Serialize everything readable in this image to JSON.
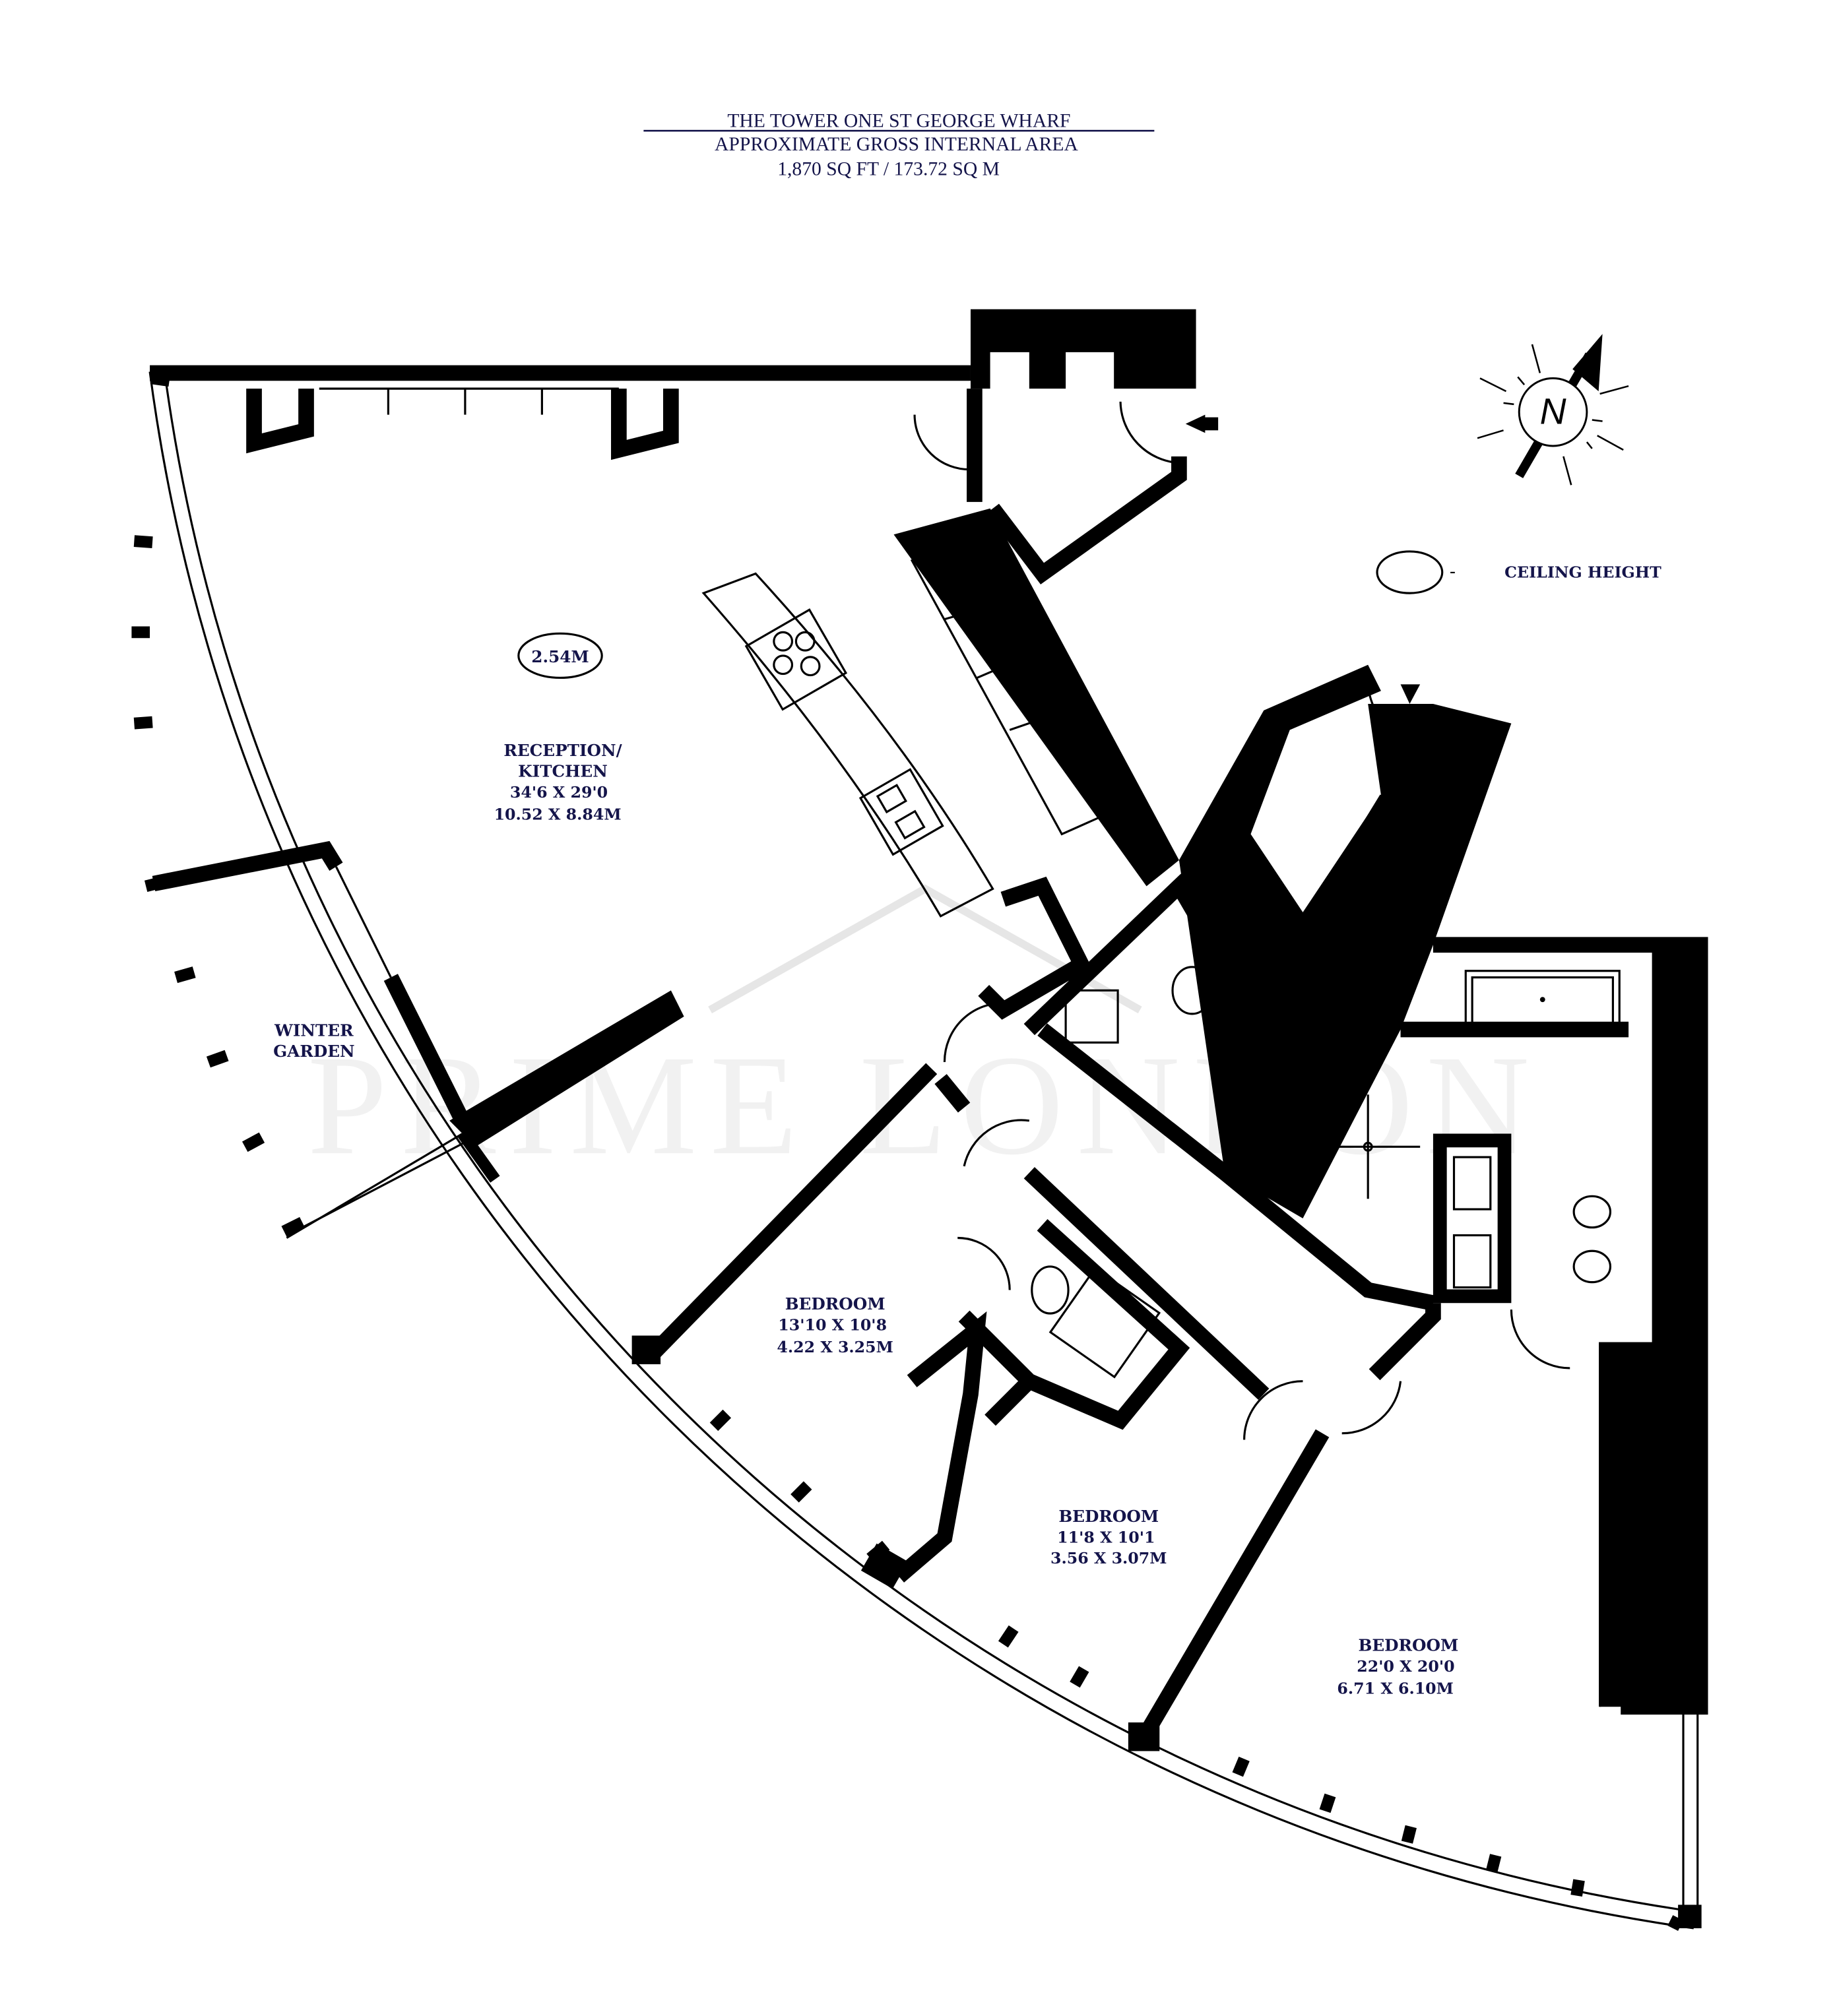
{
  "header": {
    "title": "THE TOWER ONE ST GEORGE WHARF",
    "subtitle": "APPROXIMATE GROSS INTERNAL AREA",
    "area": "1,870 SQ FT / 173.72 SQ M"
  },
  "legend": {
    "dash": "-",
    "ceiling_label": "CEILING HEIGHT"
  },
  "compass": {
    "letter": "N",
    "icon": "north-arrow-icon"
  },
  "ceiling_height": "2.54M",
  "rooms": [
    {
      "name_1": "RECEPTION/",
      "name_2": "KITCHEN",
      "imperial": "34'6 X 29'0",
      "metric": "10.52 X 8.84M"
    },
    {
      "name_1": "WINTER",
      "name_2": "GARDEN"
    },
    {
      "name_1": "BEDROOM",
      "imperial": "13'10 X 10'8",
      "metric": "4.22 X 3.25M"
    },
    {
      "name_1": "BEDROOM",
      "imperial": "11'8 X 10'1",
      "metric": "3.56 X 3.07M"
    },
    {
      "name_1": "BEDROOM",
      "imperial": "22'0 X 20'0",
      "metric": "6.71 X 6.10M"
    }
  ],
  "watermark": "PRIME LONDON",
  "colors": {
    "text": "#14144a",
    "walls": "#000000",
    "watermark": "#f1f1f1"
  }
}
